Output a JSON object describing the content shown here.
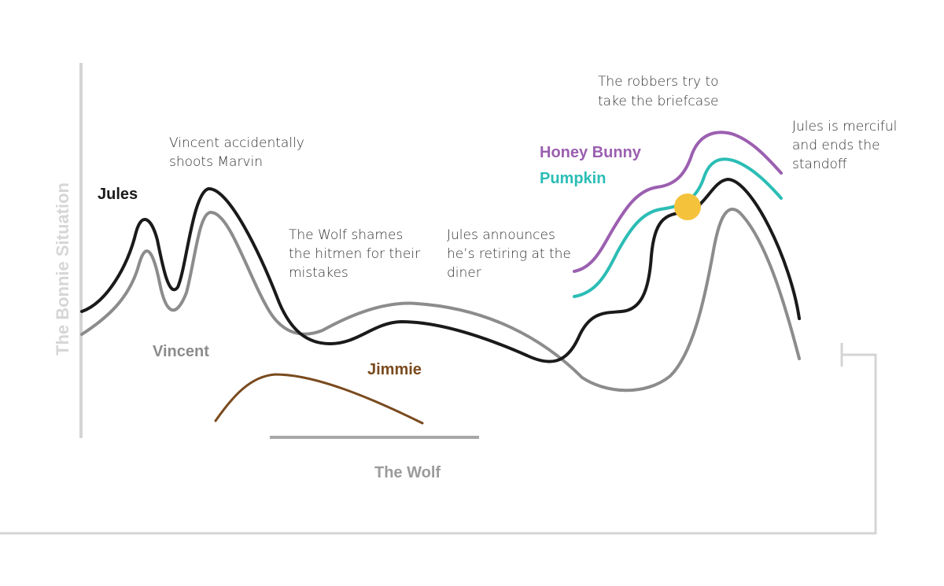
{
  "axis": {
    "vertical_title": "The Bonnie Situation",
    "wolf_bar_label": "The Wolf"
  },
  "characters": {
    "jules": "Jules",
    "vincent": "Vincent",
    "jimmie": "Jimmie",
    "honey_bunny": "Honey Bunny",
    "pumpkin": "Pumpkin"
  },
  "annotations": {
    "marvin": [
      "Vincent accidentally",
      "shoots Marvin"
    ],
    "wolf": [
      "The Wolf shames",
      "the hitmen for their",
      "mistakes"
    ],
    "retiring": [
      "Jules announces",
      "he’s retiring at the",
      "diner"
    ],
    "briefcase": [
      "The robbers try to",
      "take the briefcase"
    ],
    "merciful": [
      "Jules is merciful",
      "and ends the",
      "standoff"
    ]
  },
  "colors": {
    "jules": "#1a1a1a",
    "vincent": "#8c8c8c",
    "jimmie": "#7a4a1e",
    "honey_bunny": "#9b5fb0",
    "pumpkin": "#2bbdb5",
    "standoff_dot": "#f5c23c",
    "axis": "#d4d4d4",
    "wolf_bar": "#a8a8a8"
  }
}
